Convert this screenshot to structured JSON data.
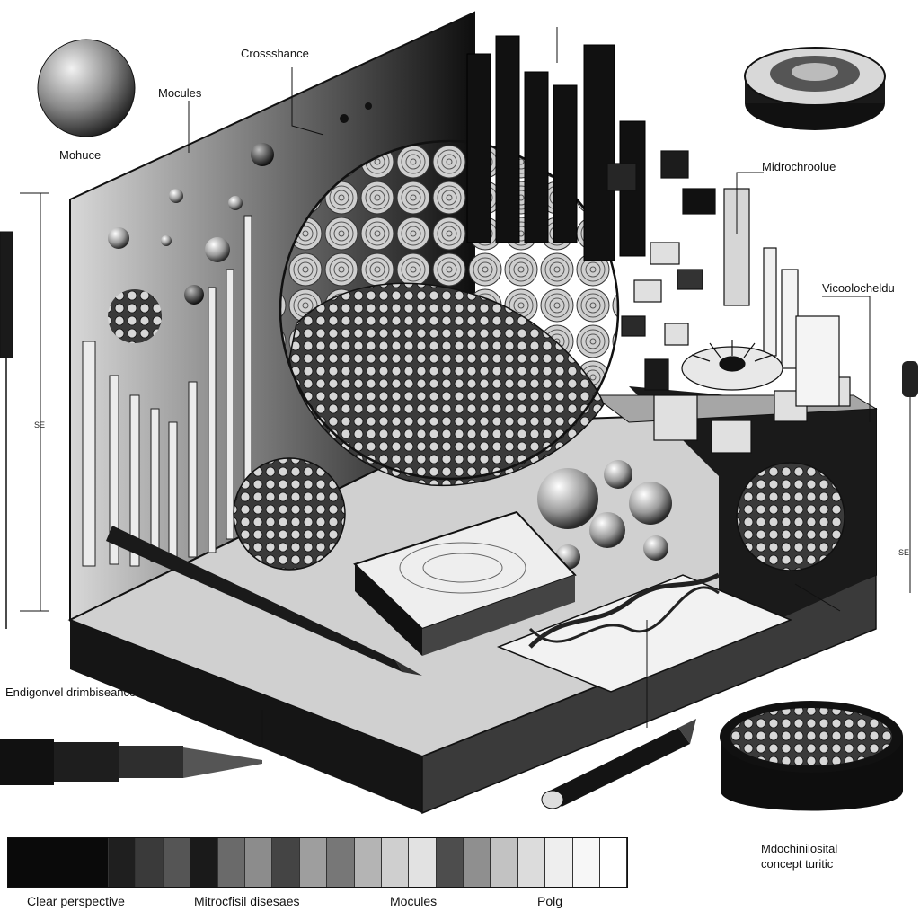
{
  "labels": {
    "crosshance": "Crossshance",
    "mocules_top": "Mocules",
    "mohuce": "Mohuce",
    "midrochrolue": "Midrochroolue",
    "vicoolocheldu": "Vicoolocheldu",
    "endigonel": "Endigonvel drimbiseance",
    "mitochondrial_concept_line1": "Mdochinilosital",
    "mitochondrial_concept_line2": "concept turitic",
    "side_left": "SE",
    "side_right": "SE"
  },
  "legend_strip": {
    "swatch_colors": [
      "#0a0a0a",
      "#1f1f1f",
      "#3a3a3a",
      "#555555",
      "#1a1a1a",
      "#6a6a6a",
      "#8c8c8c",
      "#444444",
      "#9e9e9e",
      "#777777",
      "#b4b4b4",
      "#cfcfcf",
      "#e2e2e2",
      "#4d4d4d",
      "#8f8f8f",
      "#c2c2c2",
      "#dcdcdc",
      "#eeeeee",
      "#f7f7f7",
      "#ffffff"
    ],
    "captions": [
      "Clear perspective",
      "Mitrocfisil disesaes",
      "Mocules",
      "Polg"
    ]
  }
}
